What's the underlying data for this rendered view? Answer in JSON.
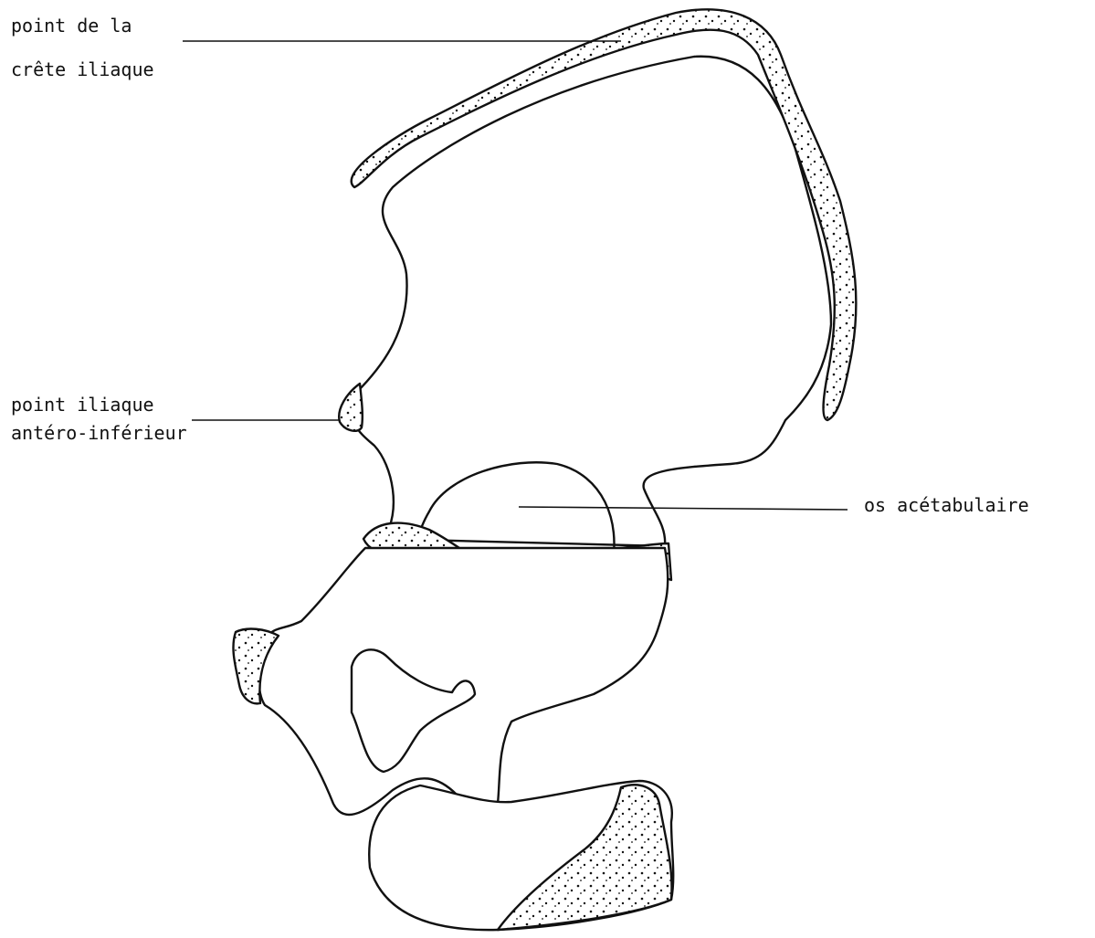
{
  "labels": {
    "iliac_crest_line1": "point de la",
    "iliac_crest_line2": "crête iliaque",
    "aiis_line1": "point iliaque",
    "aiis_line2": "antéro-inférieur",
    "acetabular": "os acétabulaire"
  },
  "colors": {
    "ink": "#111111",
    "background": "#ffffff"
  }
}
